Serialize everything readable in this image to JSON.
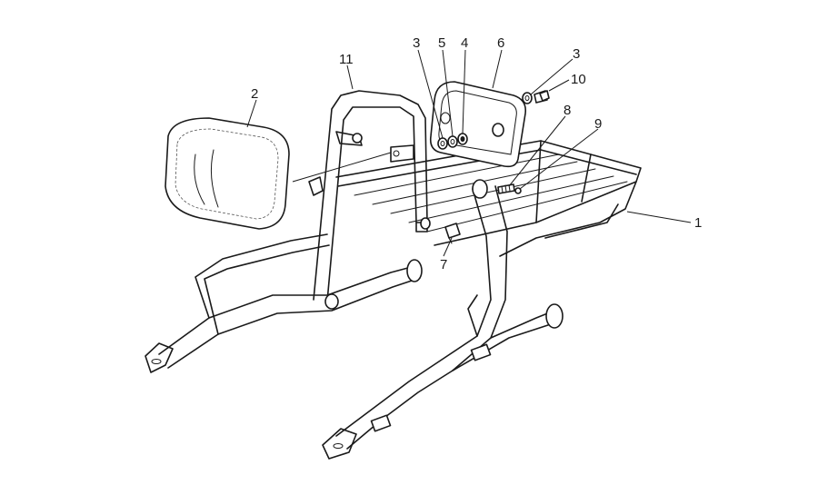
{
  "callouts": [
    {
      "id": "1",
      "label": "1"
    },
    {
      "id": "2",
      "label": "2"
    },
    {
      "id": "3a",
      "label": "3"
    },
    {
      "id": "3b",
      "label": "3"
    },
    {
      "id": "4",
      "label": "4"
    },
    {
      "id": "5",
      "label": "5"
    },
    {
      "id": "6",
      "label": "6"
    },
    {
      "id": "7",
      "label": "7"
    },
    {
      "id": "8",
      "label": "8"
    },
    {
      "id": "9",
      "label": "9"
    },
    {
      "id": "10",
      "label": "10"
    },
    {
      "id": "11",
      "label": "11"
    }
  ]
}
